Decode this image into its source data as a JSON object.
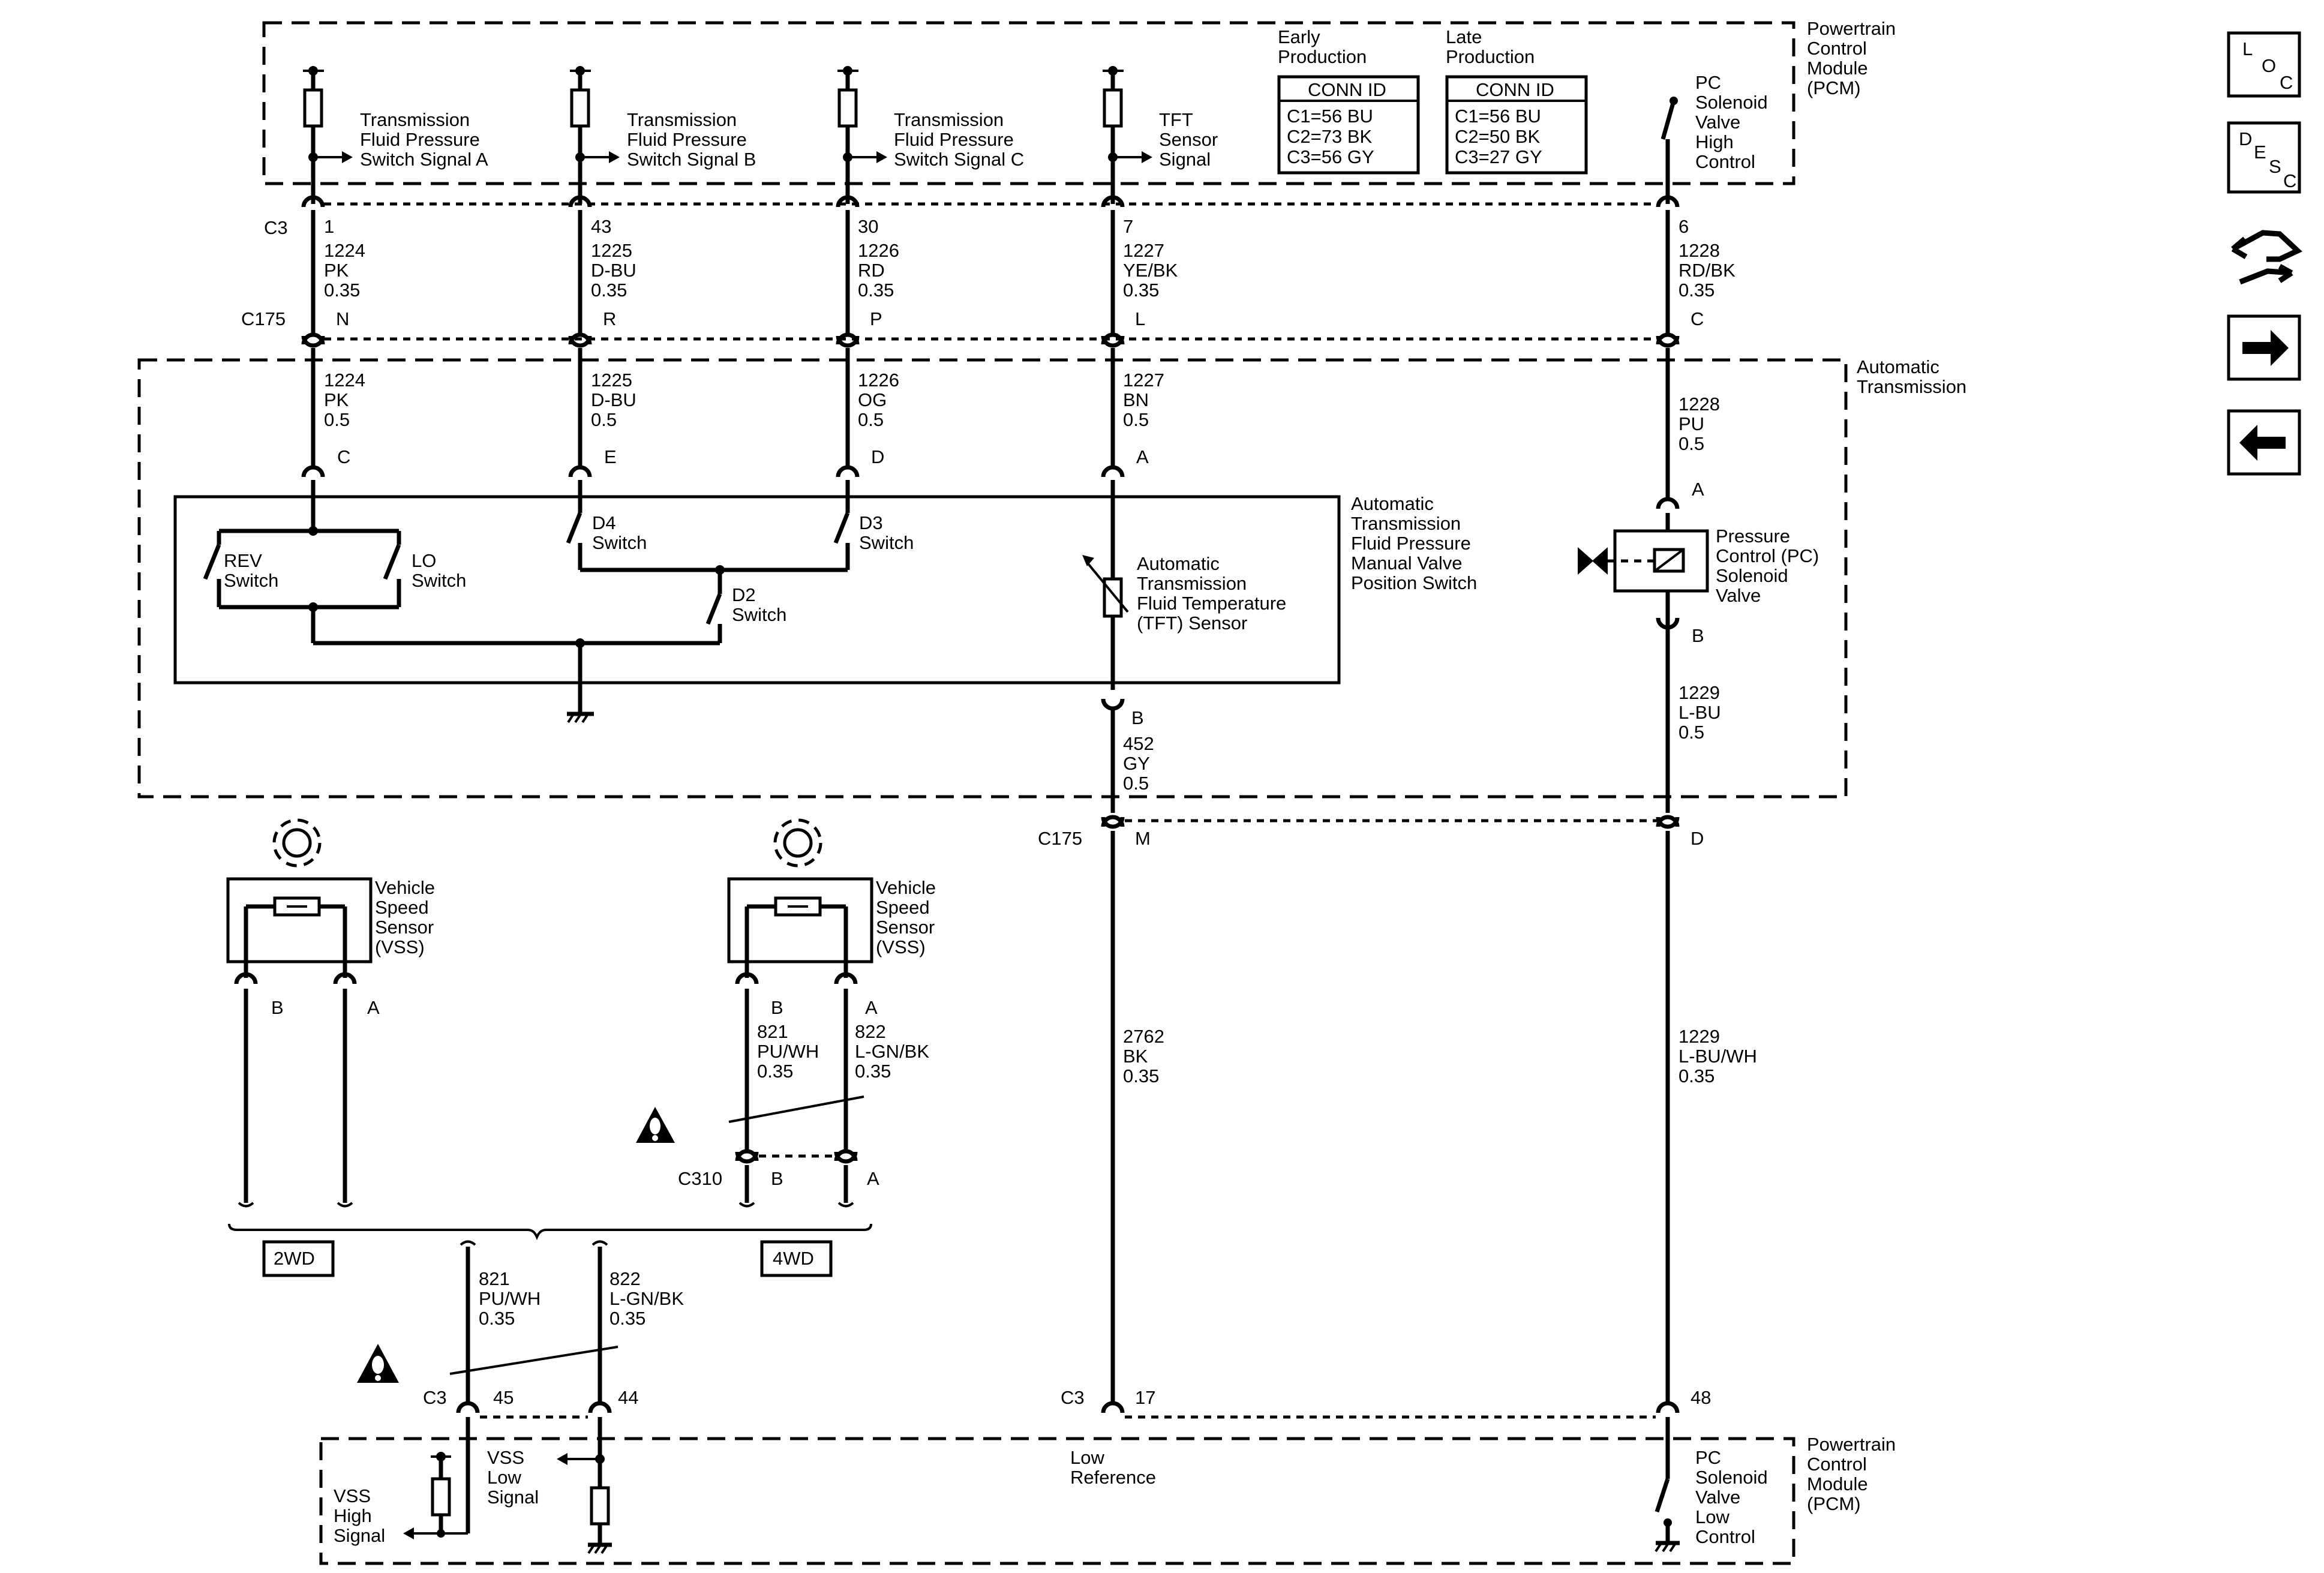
{
  "modules": {
    "pcm_top": [
      "Powertrain",
      "Control",
      "Module",
      "(PCM)"
    ],
    "pcm_bottom": [
      "Powertrain",
      "Control",
      "Module",
      "(PCM)"
    ],
    "auto_trans": [
      "Automatic",
      "Transmission"
    ],
    "manual_valve_switch": [
      "Automatic",
      "Transmission",
      "Fluid Pressure",
      "Manual Valve",
      "Position Switch"
    ]
  },
  "conn_tables": [
    {
      "heading": [
        "Early",
        "Production"
      ],
      "title": "CONN ID",
      "rows": [
        "C1=56 BU",
        "C2=73 BK",
        "C3=56 GY"
      ]
    },
    {
      "heading": [
        "Late",
        "Production"
      ],
      "title": "CONN ID",
      "rows": [
        "C1=56 BU",
        "C2=50 BK",
        "C3=27 GY"
      ]
    }
  ],
  "pcm_signals": [
    {
      "lines": [
        "Transmission",
        "Fluid Pressure",
        "Switch Signal A"
      ]
    },
    {
      "lines": [
        "Transmission",
        "Fluid Pressure",
        "Switch Signal B"
      ]
    },
    {
      "lines": [
        "Transmission",
        "Fluid Pressure",
        "Switch Signal C"
      ]
    },
    {
      "lines": [
        "TFT",
        "Sensor",
        "Signal"
      ]
    },
    {
      "lines": [
        "PC",
        "Solenoid",
        "Valve",
        "High",
        "Control"
      ]
    }
  ],
  "connectors": {
    "c3": "C3",
    "c175": "C175",
    "c310": "C310"
  },
  "circuits_top": [
    {
      "pin": "1",
      "circuit": "1224",
      "color": "PK",
      "gauge": "0.35"
    },
    {
      "pin": "43",
      "circuit": "1225",
      "color": "D-BU",
      "gauge": "0.35"
    },
    {
      "pin": "30",
      "circuit": "1226",
      "color": "RD",
      "gauge": "0.35"
    },
    {
      "pin": "7",
      "circuit": "1227",
      "color": "YE/BK",
      "gauge": "0.35"
    },
    {
      "pin": "6",
      "circuit": "1228",
      "color": "RD/BK",
      "gauge": "0.35"
    }
  ],
  "c175_pins": [
    "N",
    "R",
    "P",
    "L",
    "C"
  ],
  "circuits_trans": [
    {
      "circuit": "1224",
      "color": "PK",
      "gauge": "0.5",
      "pin": "C"
    },
    {
      "circuit": "1225",
      "color": "D-BU",
      "gauge": "0.5",
      "pin": "E"
    },
    {
      "circuit": "1226",
      "color": "OG",
      "gauge": "0.5",
      "pin": "D"
    },
    {
      "circuit": "1227",
      "color": "BN",
      "gauge": "0.5",
      "pin": "A"
    },
    {
      "circuit": "1228",
      "color": "PU",
      "gauge": "0.5",
      "pin": "A"
    }
  ],
  "switches": {
    "rev": [
      "REV",
      "Switch"
    ],
    "lo": [
      "LO",
      "Switch"
    ],
    "d4": [
      "D4",
      "Switch"
    ],
    "d3": [
      "D3",
      "Switch"
    ],
    "d2": [
      "D2",
      "Switch"
    ]
  },
  "tft_sensor": [
    "Automatic",
    "Transmission",
    "Fluid Temperature",
    "(TFT) Sensor"
  ],
  "pc_solenoid": [
    "Pressure",
    "Control (PC)",
    "Solenoid",
    "Valve"
  ],
  "pc_solenoid_pin_b": "B",
  "circuit_1229": {
    "circuit": "1229",
    "color": "L-BU",
    "gauge": "0.5"
  },
  "tft_pin_b": "B",
  "circuit_452": {
    "circuit": "452",
    "color": "GY",
    "gauge": "0.5"
  },
  "c175_lower_pins": [
    "M",
    "D"
  ],
  "circuit_2762": {
    "circuit": "2762",
    "color": "BK",
    "gauge": "0.35"
  },
  "circuit_1229_lower": {
    "circuit": "1229",
    "color": "L-BU/WH",
    "gauge": "0.35"
  },
  "vss_left": {
    "label": [
      "Vehicle",
      "Speed",
      "Sensor",
      "(VSS)"
    ],
    "pins": [
      "B",
      "A"
    ]
  },
  "vss_right": {
    "label": [
      "Vehicle",
      "Speed",
      "Sensor",
      "(VSS)"
    ],
    "pins": [
      "B",
      "A"
    ]
  },
  "vss_right_circuits": [
    {
      "circuit": "821",
      "color": "PU/WH",
      "gauge": "0.35"
    },
    {
      "circuit": "822",
      "color": "L-GN/BK",
      "gauge": "0.35"
    }
  ],
  "c310_pins": [
    "B",
    "A"
  ],
  "options": {
    "left": "2WD",
    "right": "4WD"
  },
  "vss_lower_circuits": [
    {
      "circuit": "821",
      "color": "PU/WH",
      "gauge": "0.35"
    },
    {
      "circuit": "822",
      "color": "L-GN/BK",
      "gauge": "0.35"
    }
  ],
  "c3_lower_pins": [
    "45",
    "44",
    "17",
    "48"
  ],
  "pcm_bottom_signals": {
    "vss_high": [
      "VSS",
      "High",
      "Signal"
    ],
    "vss_low": [
      "VSS",
      "Low",
      "Signal"
    ],
    "low_ref": [
      "Low",
      "Reference"
    ],
    "pc_low": [
      "PC",
      "Solenoid",
      "Valve",
      "Low",
      "Control"
    ]
  },
  "nav": {
    "loc": {
      "chars": [
        "L",
        "O",
        "C"
      ]
    },
    "desc": {
      "chars": [
        "D",
        "E",
        "S",
        "C"
      ]
    }
  }
}
